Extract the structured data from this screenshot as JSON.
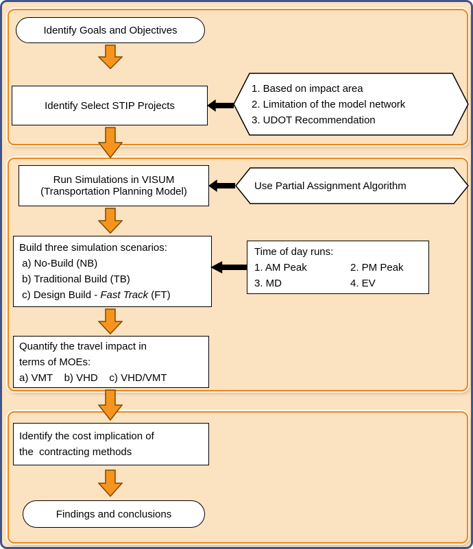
{
  "colors": {
    "page_border": "#3f558c",
    "background": "#fbe2c0",
    "panel_border": "#e8891b",
    "arrow_orange": "#f7941e",
    "arrow_outline": "#7a4a00",
    "box_border": "#000000",
    "box_fill": "#ffffff"
  },
  "flow": {
    "goals": "Identify Goals and Objectives",
    "stip": "Identify Select STIP Projects",
    "stip_criteria": [
      "1. Based on impact area",
      "2. Limitation of the model network",
      "3. UDOT Recommendation"
    ],
    "visum_line1": "Run Simulations in VISUM",
    "visum_line2": "(Transportation Planning Model)",
    "algorithm": "Use Partial Assignment Algorithm",
    "scenarios_title": "Build three simulation scenarios:",
    "scenario_a": " a) No-Build (NB)",
    "scenario_b": " b) Traditional Build (TB)",
    "scenario_c_prefix": " c) Design Build - ",
    "scenario_c_italic": "Fast Track",
    "scenario_c_suffix": " (FT)",
    "timeofday_title": "Time of day runs:",
    "timeofday_items": [
      "1. AM Peak",
      "2. PM Peak",
      "3. MD",
      "4. EV"
    ],
    "moe_line1": "Quantify the travel impact in",
    "moe_line2": "terms of MOEs:",
    "moe_line3": "a) VMT    b) VHD    c) VHD/VMT",
    "cost_line1": "Identify the cost implication of",
    "cost_line2": "the  contracting methods",
    "findings": "Findings and conclusions"
  }
}
